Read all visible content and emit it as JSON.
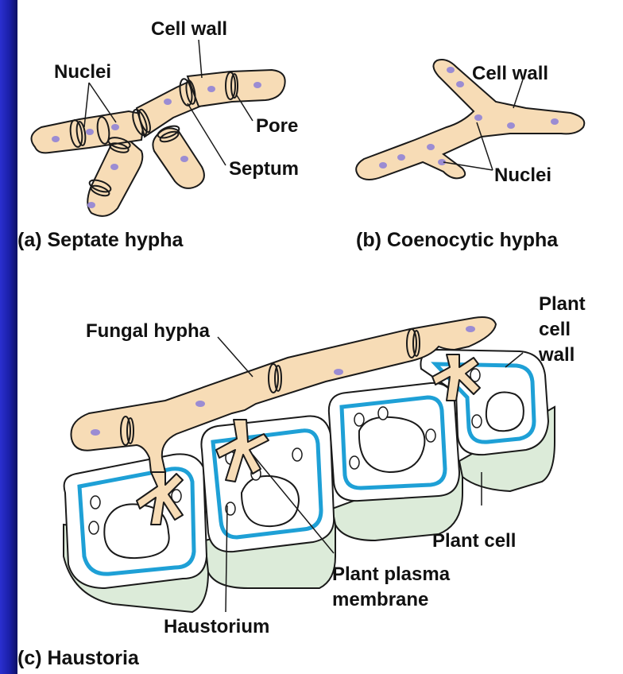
{
  "panel_a": {
    "caption": "(a) Septate hypha",
    "labels": {
      "cell_wall": "Cell wall",
      "nuclei": "Nuclei",
      "pore": "Pore",
      "septum": "Septum"
    }
  },
  "panel_b": {
    "caption": "(b) Coenocytic hypha",
    "labels": {
      "cell_wall": "Cell wall",
      "nuclei": "Nuclei"
    }
  },
  "panel_c": {
    "caption": "(c) Haustoria",
    "labels": {
      "fungal_hypha": "Fungal hypha",
      "plant_cell_wall_line1": "Plant",
      "plant_cell_wall_line2": "cell",
      "plant_cell_wall_line3": "wall",
      "plant_cell": "Plant cell",
      "plant_plasma_membrane_line1": "Plant plasma",
      "plant_plasma_membrane_line2": "membrane",
      "haustorium": "Haustorium"
    }
  },
  "colors": {
    "hypha_fill": "#f7dcb6",
    "nucleus": "#9b8cd3",
    "outline": "#1a1a1a",
    "membrane_blue": "#1ea0d6",
    "plant_cell_side": "#dcebd9",
    "background_blue": "#0a0d55"
  }
}
